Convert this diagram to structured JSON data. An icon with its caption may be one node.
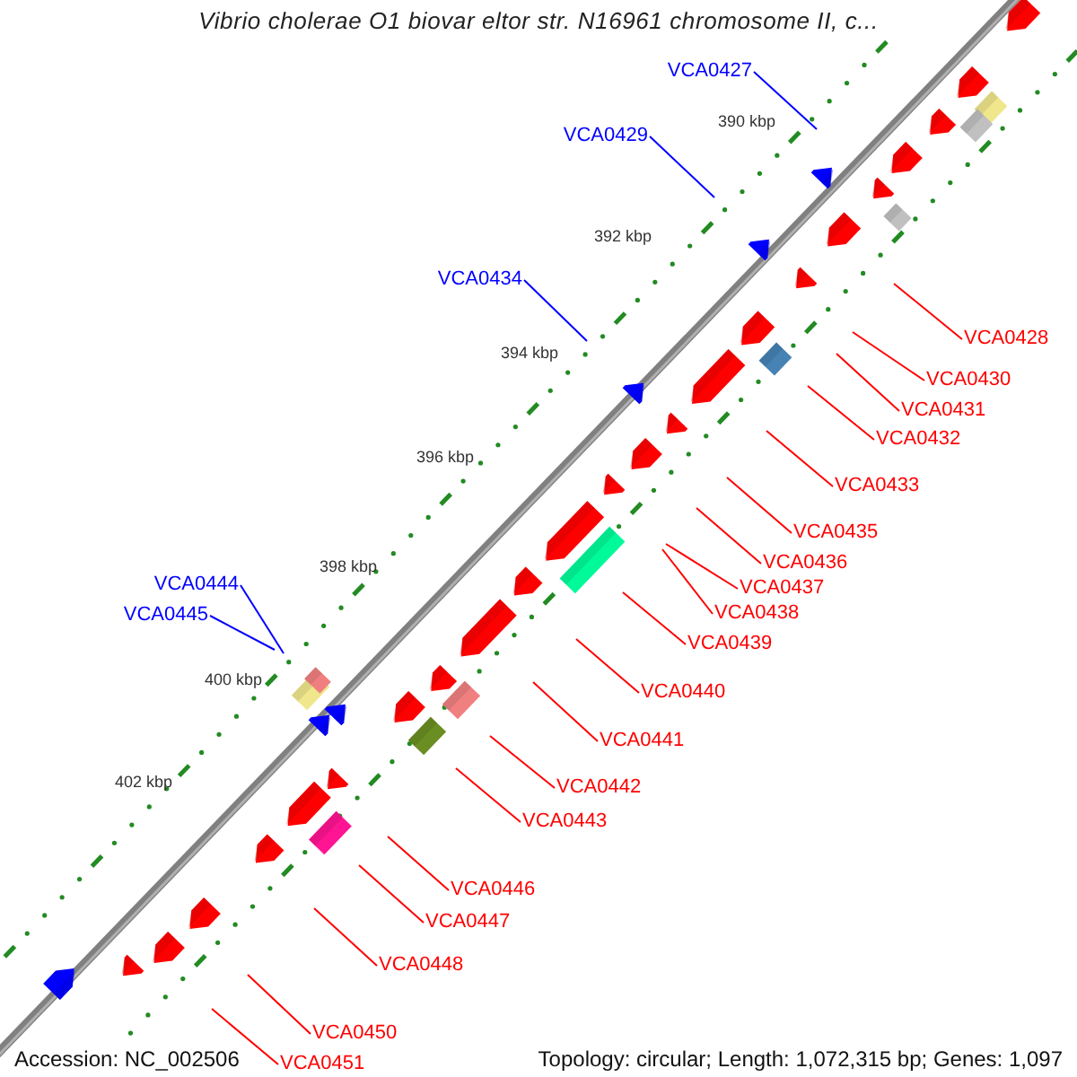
{
  "diagram": {
    "title": "Vibrio cholerae O1 biovar eltor str. N16961 chromosome II, c...",
    "nodes": [
      {
        "text": [
          "VCA0427"
        ]
      },
      {
        "text": [
          "VCA0429"
        ]
      },
      {
        "text": [
          "VCA0434"
        ]
      },
      {
        "text": [
          "VCA0428"
        ]
      },
      {
        "text": [
          "VCA0430"
        ]
      },
      {
        "text": [
          "VCA0431"
        ]
      },
      {
        "text": [
          "VCA0432"
        ]
      },
      {
        "text": [
          "VCA0433"
        ]
      },
      {
        "text": [
          "VCA0435"
        ]
      },
      {
        "text": [
          "VCA0436"
        ]
      },
      {
        "text": [
          "VCA0444"
        ]
      },
      {
        "text": [
          "VCA0437"
        ]
      },
      {
        "text": [
          "VCA0445"
        ]
      },
      {
        "text": [
          "VCA0438"
        ]
      },
      {
        "text": [
          "VCA0439"
        ]
      },
      {
        "text": [
          "VCA0440"
        ]
      },
      {
        "text": [
          "VCA0441"
        ]
      },
      {
        "text": [
          "VCA0442"
        ]
      },
      {
        "text": [
          "VCA0443"
        ]
      },
      {
        "text": [
          "VCA0446"
        ]
      },
      {
        "text": [
          "VCA0447"
        ]
      },
      {
        "text": [
          "VCA0448"
        ]
      },
      {
        "text": [
          "VCA0450"
        ]
      },
      {
        "text": [
          "VCA0451"
        ]
      }
    ],
    "edges": [
      {
        "from": 0,
        "to": null,
        "arrow": "none",
        "color": "#0000ff"
      },
      {
        "from": 1,
        "to": null,
        "arrow": "none",
        "color": "#0000ff"
      },
      {
        "from": 2,
        "to": null,
        "arrow": "none",
        "color": "#0000ff"
      },
      {
        "from": 3,
        "to": null,
        "arrow": "none"
      },
      {
        "from": 4,
        "to": null,
        "arrow": "none"
      },
      {
        "from": 5,
        "to": null,
        "arrow": "none"
      },
      {
        "from": 6,
        "to": null,
        "arrow": "none"
      },
      {
        "from": 7,
        "to": null,
        "arrow": "none"
      },
      {
        "from": 8,
        "to": null,
        "arrow": "none"
      },
      {
        "from": 9,
        "to": null,
        "arrow": "none"
      },
      {
        "from": 10,
        "to": null,
        "arrow": "none",
        "color": "#0000ff"
      },
      {
        "from": 11,
        "to": null,
        "arrow": "none"
      },
      {
        "from": 12,
        "to": null,
        "arrow": "none",
        "color": "#0000ff"
      },
      {
        "from": 13,
        "to": null,
        "arrow": "none"
      },
      {
        "from": 14,
        "to": null,
        "arrow": "none"
      },
      {
        "from": 15,
        "to": null,
        "arrow": "none"
      },
      {
        "from": 16,
        "to": null,
        "arrow": "none"
      },
      {
        "from": 17,
        "to": null,
        "arrow": "none"
      },
      {
        "from": 18,
        "to": null,
        "arrow": "none"
      },
      {
        "from": 19,
        "to": null,
        "arrow": "none"
      },
      {
        "from": 20,
        "to": null,
        "arrow": "none"
      },
      {
        "from": 21,
        "to": null,
        "arrow": "none"
      },
      {
        "from": 22,
        "to": null,
        "arrow": "none"
      },
      {
        "from": 23,
        "to": null,
        "arrow": "none"
      }
    ],
    "labels": [
      "390 kbp",
      "392 kbp",
      "394 kbp",
      "396 kbp",
      "398 kbp",
      "400 kbp",
      "402 kbp",
      "Accession: NC_002506",
      "Topology: circular; Length: 1,072,315 bp; Genes: 1,097"
    ]
  }
}
